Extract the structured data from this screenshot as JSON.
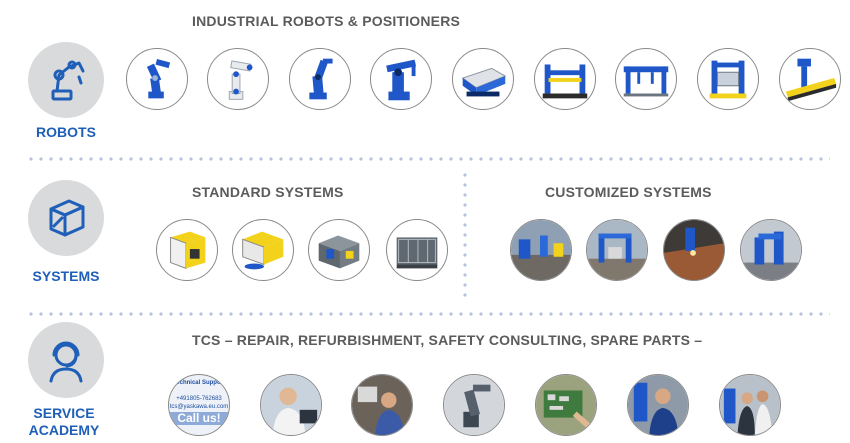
{
  "robots": {
    "heading": "INDUSTRIAL ROBOTS & POSITIONERS",
    "label": "ROBOTS",
    "icon": "robot-arm-icon",
    "items": [
      "6-axis-robot-small",
      "collaborative-robot",
      "6-axis-robot-arc",
      "palletizing-robot",
      "turntable-positioner",
      "two-station-positioner",
      "ferris-wheel-positioner",
      "tilt-rotate-positioner",
      "linear-track-positioner"
    ]
  },
  "systems": {
    "label": "SYSTEMS",
    "icon": "cell-cube-icon",
    "standard": {
      "heading": "STANDARD SYSTEMS",
      "items": [
        "compact-cell-yellow",
        "compact-cell-turntable",
        "grey-cell-unit",
        "welding-booth"
      ]
    },
    "customized": {
      "heading": "CUSTOMIZED SYSTEMS",
      "items": [
        "factory-line-photo",
        "assembly-line-photo",
        "welding-photo",
        "robot-cell-photo"
      ]
    }
  },
  "service": {
    "heading": "TCS – REPAIR, REFURBISHMENT, SAFETY CONSULTING, SPARE PARTS –",
    "label_line1": "SERVICE",
    "label_line2": "ACADEMY",
    "icon": "headset-person-icon",
    "hotline": {
      "title": "Technical Support",
      "phone": "+491805-762683",
      "email": "tcs@yaskawa.eu.com",
      "cta": "Call us!"
    },
    "items": [
      "hotline-card",
      "support-agent-photo",
      "training-photo",
      "robot-repair-photo",
      "electronics-repair-photo",
      "technician-photo",
      "academy-group-photo"
    ]
  },
  "colors": {
    "brand_blue": "#1f5fb8",
    "robot_blue": "#1f57c9",
    "heading_grey": "#5b5b5b",
    "icon_bg": "#d9dadb",
    "divider": "#b7c3dd"
  }
}
